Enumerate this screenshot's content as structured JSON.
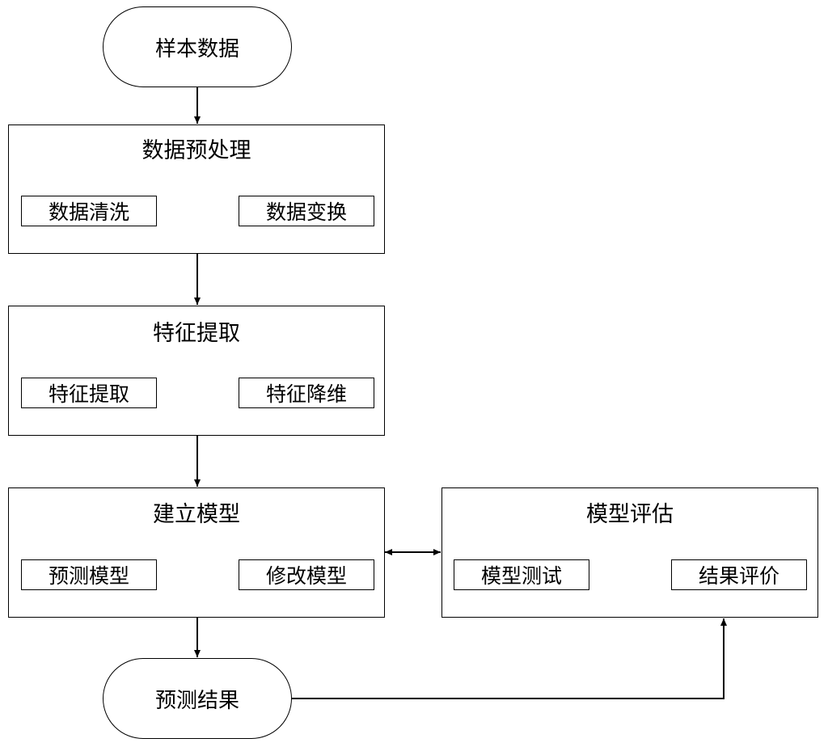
{
  "start": {
    "label": "样本数据"
  },
  "preprocess": {
    "title": "数据预处理",
    "steps": [
      "数据清洗",
      "数据变换"
    ]
  },
  "features": {
    "title": "特征提取",
    "steps": [
      "特征提取",
      "特征降维"
    ]
  },
  "modeling": {
    "title": "建立模型",
    "steps": [
      "预测模型",
      "修改模型"
    ]
  },
  "evaluation": {
    "title": "模型评估",
    "steps": [
      "模型测试",
      "结果评价"
    ]
  },
  "end": {
    "label": "预测结果"
  }
}
